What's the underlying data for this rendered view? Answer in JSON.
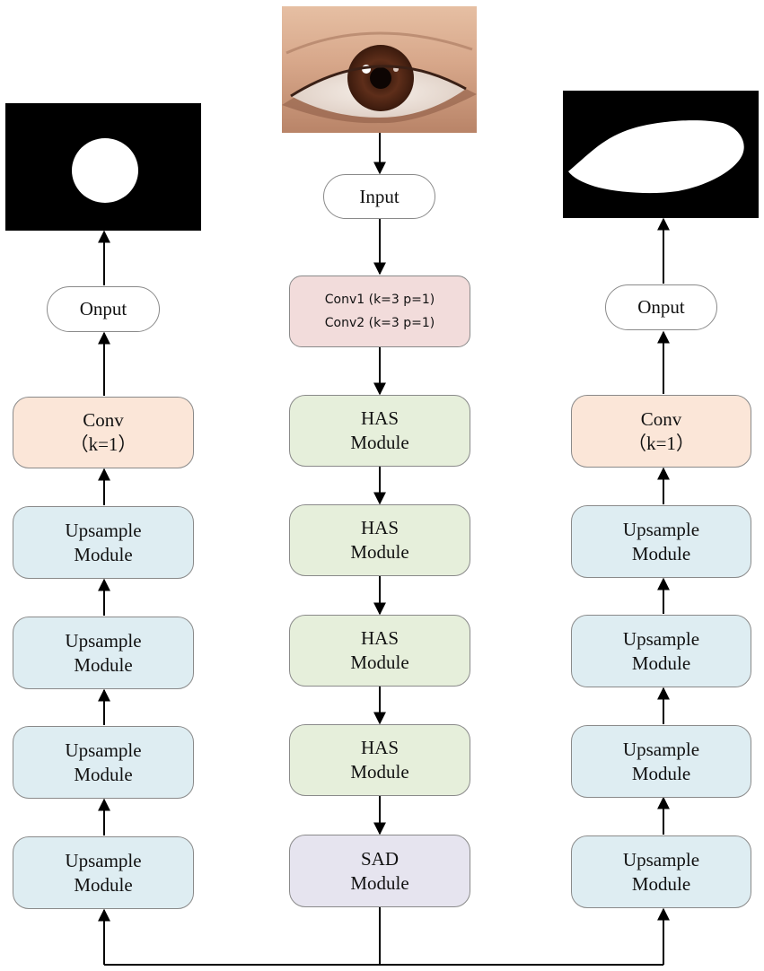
{
  "input_label": "Input",
  "conv12": {
    "line1": "Conv1 (k=3 p=1)",
    "line2": "Conv2 (k=3 p=1)"
  },
  "has_modules": [
    {
      "line1": "HAS",
      "line2": "Module"
    },
    {
      "line1": "HAS",
      "line2": "Module"
    },
    {
      "line1": "HAS",
      "line2": "Module"
    },
    {
      "line1": "HAS",
      "line2": "Module"
    }
  ],
  "sad_module": {
    "line1": "SAD",
    "line2": "Module"
  },
  "left_branch": {
    "output_label": "Onput",
    "conv": {
      "line1": "Conv",
      "line2": "（k=1）"
    },
    "upsample": [
      {
        "line1": "Upsample",
        "line2": "Module"
      },
      {
        "line1": "Upsample",
        "line2": "Module"
      },
      {
        "line1": "Upsample",
        "line2": "Module"
      },
      {
        "line1": "Upsample",
        "line2": "Module"
      }
    ]
  },
  "right_branch": {
    "output_label": "Onput",
    "conv": {
      "line1": "Conv",
      "line2": "（k=1）"
    },
    "upsample": [
      {
        "line1": "Upsample",
        "line2": "Module"
      },
      {
        "line1": "Upsample",
        "line2": "Module"
      },
      {
        "line1": "Upsample",
        "line2": "Module"
      },
      {
        "line1": "Upsample",
        "line2": "Module"
      }
    ]
  },
  "colors": {
    "upsample_fill": "#deedf2",
    "has_fill": "#e6efdb",
    "conv_fill": "#fbe6d8",
    "conv12_fill": "#f2dcdb",
    "sad_fill": "#e6e4ef",
    "mask_background": "#000000",
    "mask_foreground": "#ffffff"
  }
}
